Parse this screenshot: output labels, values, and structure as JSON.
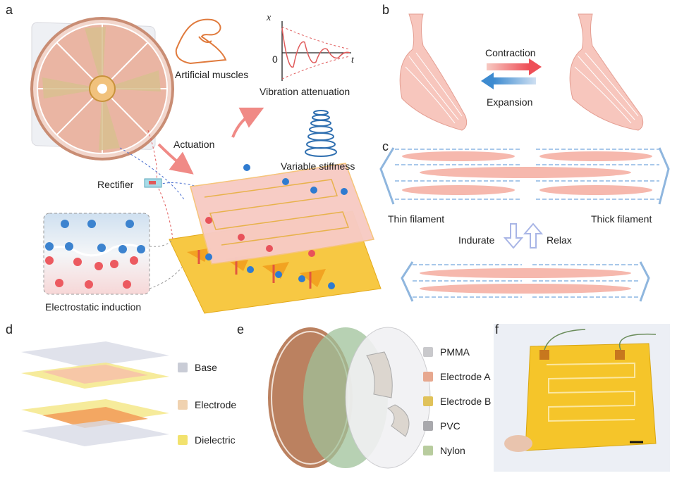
{
  "panels": {
    "a": "a",
    "b": "b",
    "c": "c",
    "d": "d",
    "e": "e",
    "f": "f"
  },
  "panel_a": {
    "artificial_muscles": "Artificial muscles",
    "vibration_attenuation": "Vibration attenuation",
    "axis_x": "x",
    "axis_t": "t",
    "axis_zero": "0",
    "actuation": "Actuation",
    "variable_stiffness": "Variable stiffness",
    "rectifier": "Rectifier",
    "electrostatic_induction": "Electrostatic induction"
  },
  "panel_b": {
    "contraction": "Contraction",
    "expansion": "Expansion"
  },
  "panel_c": {
    "thin_filament": "Thin filament",
    "thick_filament": "Thick filament",
    "indurate": "Indurate",
    "relax": "Relax"
  },
  "panel_d": {
    "base": "Base",
    "electrode": "Electrode",
    "dielectric": "Dielectric"
  },
  "panel_e": {
    "legend": [
      {
        "label": "PMMA",
        "color": "#c9c9cc"
      },
      {
        "label": "Electrode A",
        "color": "#e7a88f"
      },
      {
        "label": "Electrode B",
        "color": "#e0c25a"
      },
      {
        "label": "PVC",
        "color": "#a9a9ad"
      },
      {
        "label": "Nylon",
        "color": "#b8cc9e"
      }
    ]
  }
}
